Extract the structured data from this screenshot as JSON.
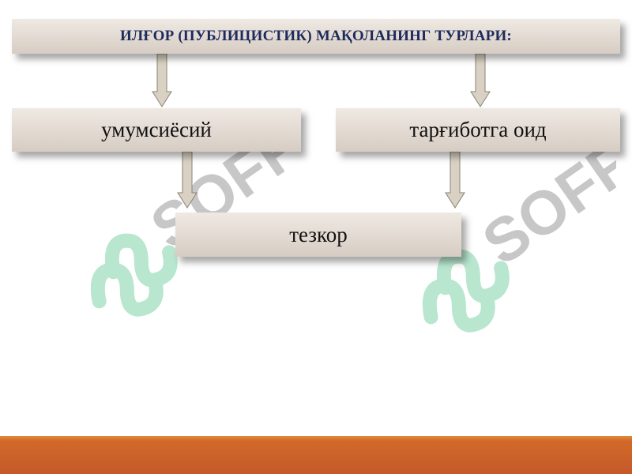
{
  "title": "ИЛҒОР (ПУБЛИЦИСТИК) МАҚОЛАНИНГ ТУРЛАРИ:",
  "nodes": {
    "left": "умумсиёсий",
    "right": "тарғиботга оид",
    "bottom": "тезкор"
  },
  "watermark": {
    "text": "SOFF",
    "icon": "soff-logo-icon",
    "colors": {
      "logo": "#7fd3a8",
      "text": "#9a9a9a"
    }
  },
  "colors": {
    "box": "#e3dbd3",
    "title_text": "#1c2a5c",
    "footer": "#c45a2a",
    "arrow": "#d9d2c4"
  }
}
